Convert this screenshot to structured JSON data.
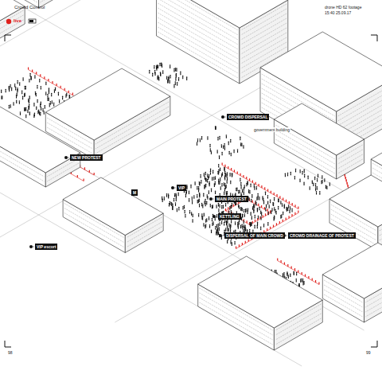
{
  "diagram": {
    "nodes": [
      {
        "text": [
          "CROWD DISPERSAL"
        ]
      },
      {
        "text": [
          "NEW PROTEST"
        ]
      },
      {
        "text": [
          "VIP"
        ]
      },
      {
        "text": [
          "MAIN PROTEST"
        ]
      },
      {
        "text": [
          "KETTLING"
        ]
      },
      {
        "text": [
          "DISPERSAL OF MAIN CROWD"
        ]
      },
      {
        "text": [
          "CROWD DRAINAGE OF PROTEST"
        ]
      },
      {
        "text": [
          "VIP escort"
        ]
      },
      {
        "text": [
          "M"
        ]
      }
    ],
    "labels": [
      "Crowd Control",
      "live",
      "drone HD 62 footage",
      "15:40 25.09.17",
      "government building",
      "98",
      "99"
    ]
  }
}
